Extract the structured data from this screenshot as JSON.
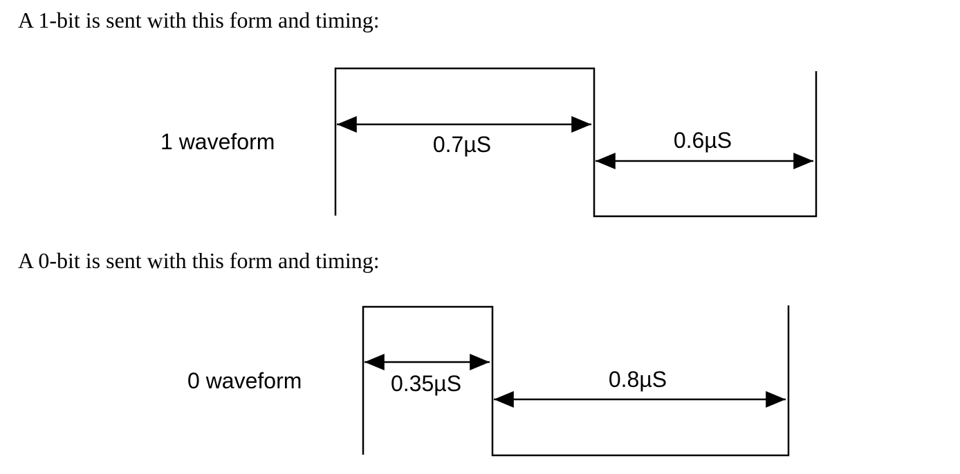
{
  "sections": [
    {
      "caption": "A 1-bit is sent with this form and timing:",
      "waveform_label": "1 waveform",
      "high_duration": "0.7µS",
      "low_duration": "0.6µS"
    },
    {
      "caption": "A 0-bit is sent with this form and timing:",
      "waveform_label": "0 waveform",
      "high_duration": "0.35µS",
      "low_duration": "0.8µS"
    }
  ]
}
